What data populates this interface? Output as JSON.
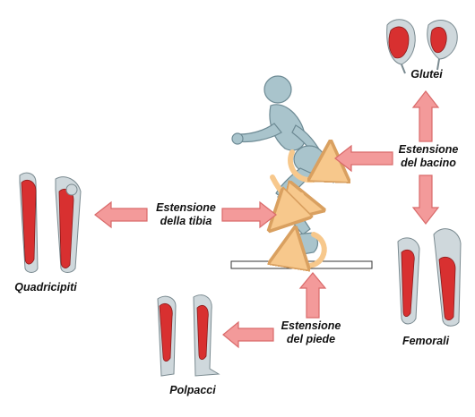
{
  "title": "",
  "labels": {
    "glutei": "Glutei",
    "quadricipiti": "Quadricipiti",
    "femorali": "Femorali",
    "polpacci": "Polpacci",
    "estensione_bacino": [
      "Estensione",
      "del bacino"
    ],
    "estensione_tibia": [
      "Estensione",
      "della tibia"
    ],
    "estensione_piede": [
      "Estensione",
      "del piede"
    ]
  },
  "colors": {
    "arrow_fill": "#f39a9a",
    "arrow_stroke": "#d96a6a",
    "muscle": "#d83030",
    "bone": "#cfd8dc",
    "body": "#a9c4cc",
    "rotation": "#f7c88c"
  }
}
